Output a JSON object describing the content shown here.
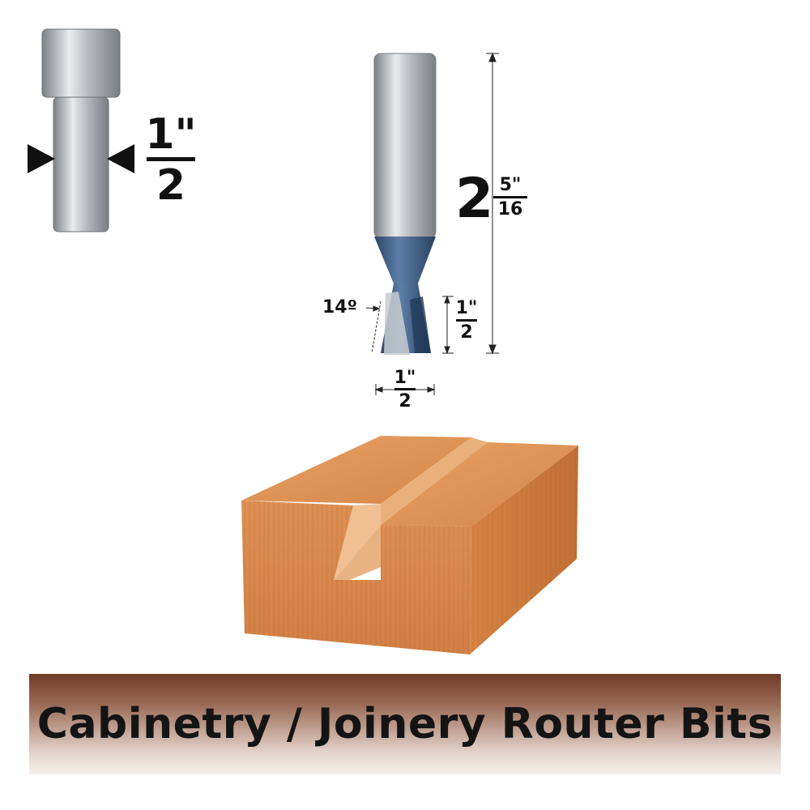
{
  "shank_callout": {
    "num": "1\"",
    "den": "2"
  },
  "overall_length": {
    "whole": "2",
    "num": "5\"",
    "den": "16"
  },
  "cut_height": {
    "num": "1\"",
    "den": "2"
  },
  "cut_diameter": {
    "num": "1\"",
    "den": "2"
  },
  "angle": "14º",
  "banner": {
    "text": "Cabinetry / Joinery Router Bits"
  },
  "colors": {
    "shank": "#b9bdc2",
    "cutter": "#3e5f86",
    "wood": "#d9884a",
    "banner_top": "#6e3a25"
  }
}
